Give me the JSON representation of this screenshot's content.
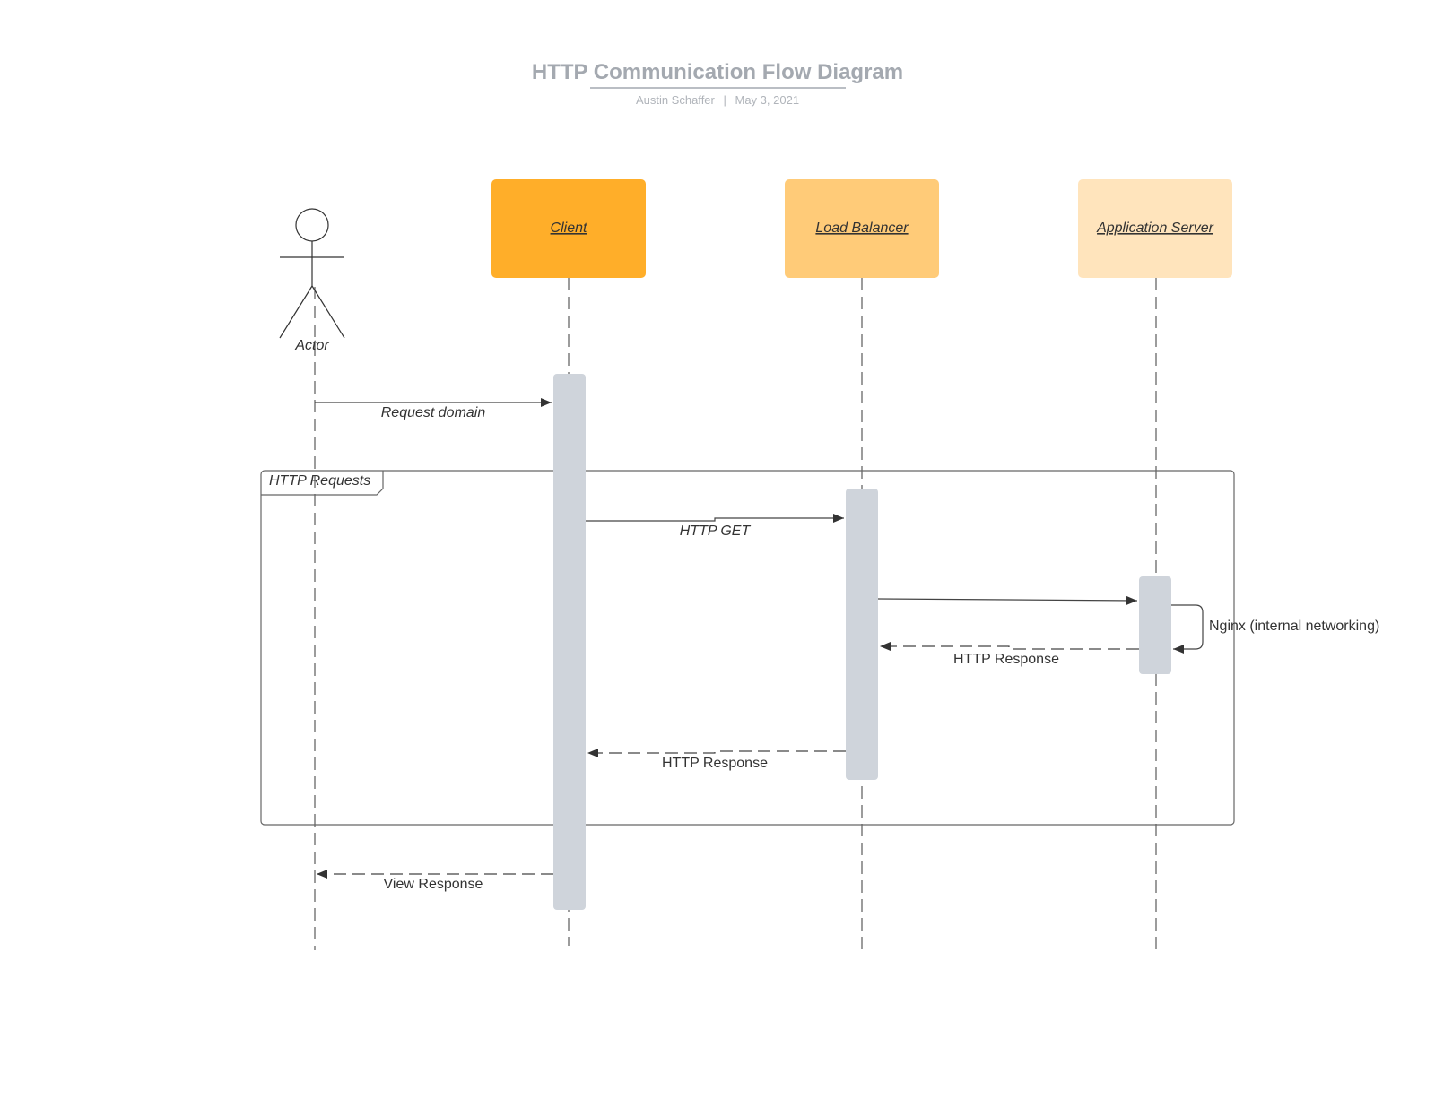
{
  "header": {
    "title": "HTTP Communication Flow Diagram",
    "author": "Austin Schaffer",
    "separator": "|",
    "date": "May 3, 2021"
  },
  "participants": {
    "actor": {
      "label": "Actor"
    },
    "client": {
      "label": "Client",
      "color": "#ffae29"
    },
    "load_balancer": {
      "label": "Load Balancer",
      "color": "#ffcb78"
    },
    "app_server": {
      "label": "Application Server",
      "color": "#ffe4bc"
    }
  },
  "frame": {
    "label": "HTTP Requests"
  },
  "messages": {
    "request_domain": "Request domain",
    "http_get": "HTTP GET",
    "nginx": "Nginx (internal networking)",
    "http_response_app": "HTTP Response",
    "http_response_lb": "HTTP Response",
    "view_response": "View Response"
  },
  "colors": {
    "activation": "#cfd4db",
    "title": "#a4a9b0",
    "line": "#444444"
  }
}
